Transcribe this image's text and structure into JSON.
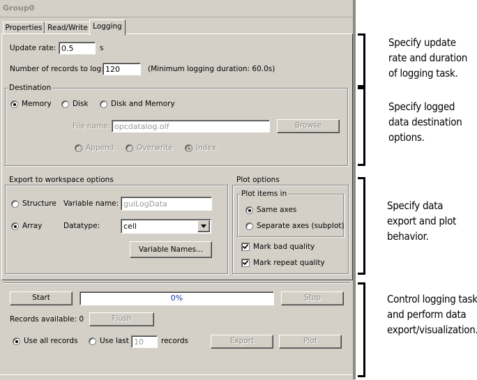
{
  "window": {
    "title": "Group0"
  },
  "tabs": [
    {
      "label": "Properties",
      "active": false
    },
    {
      "label": "Read/Write",
      "active": false
    },
    {
      "label": "Logging",
      "active": true
    }
  ],
  "logging": {
    "update_rate_label": "Update rate:",
    "update_rate_value": "0.5",
    "update_rate_unit": "s",
    "records_label": "Number of records to log:",
    "records_value": "120",
    "min_duration_text": "(Minimum logging duration: 60.0s)"
  },
  "destination": {
    "title": "Destination",
    "options": [
      "Memory",
      "Disk",
      "Disk and Memory"
    ],
    "selected": "Memory",
    "file_name_label": "File name:",
    "file_name_value": "opcdatalog.olf",
    "browse_label": "Browse",
    "mode_options": [
      "Append",
      "Overwrite",
      "Index"
    ],
    "mode_selected": "Index"
  },
  "export": {
    "title": "Export to workspace options",
    "structure_label": "Structure",
    "array_label": "Array",
    "selected": "Array",
    "variable_name_label": "Variable name:",
    "variable_name_value": "guiLogData",
    "datatype_label": "Datatype:",
    "datatype_value": "cell",
    "variable_names_button": "Variable Names..."
  },
  "plot": {
    "title": "Plot options",
    "items_title": "Plot items in",
    "same_axes_label": "Same axes",
    "separate_axes_label": "Separate axes (subplot)",
    "items_selected": "Same axes",
    "mark_bad_label": "Mark bad quality",
    "mark_bad_checked": true,
    "mark_repeat_label": "Mark repeat quality",
    "mark_repeat_checked": true
  },
  "control": {
    "start_label": "Start",
    "progress_text": "0%",
    "progress_fraction": 0,
    "stop_label": "Stop",
    "records_available_text": "Records available: 0",
    "flush_label": "Flush",
    "use_all_label": "Use all records",
    "use_last_label": "Use last",
    "use_last_value": "10",
    "records_suffix": "records",
    "selected": "Use all records",
    "export_label": "Export",
    "plot_label": "Plot"
  },
  "annotations": [
    "Specify update\nrate and duration\nof logging task.",
    "Specify logged\ndata destination\noptions.",
    "Specify data\nexport and plot\nbehavior.",
    "Control logging task\nand perform data\nexport/visualization."
  ]
}
